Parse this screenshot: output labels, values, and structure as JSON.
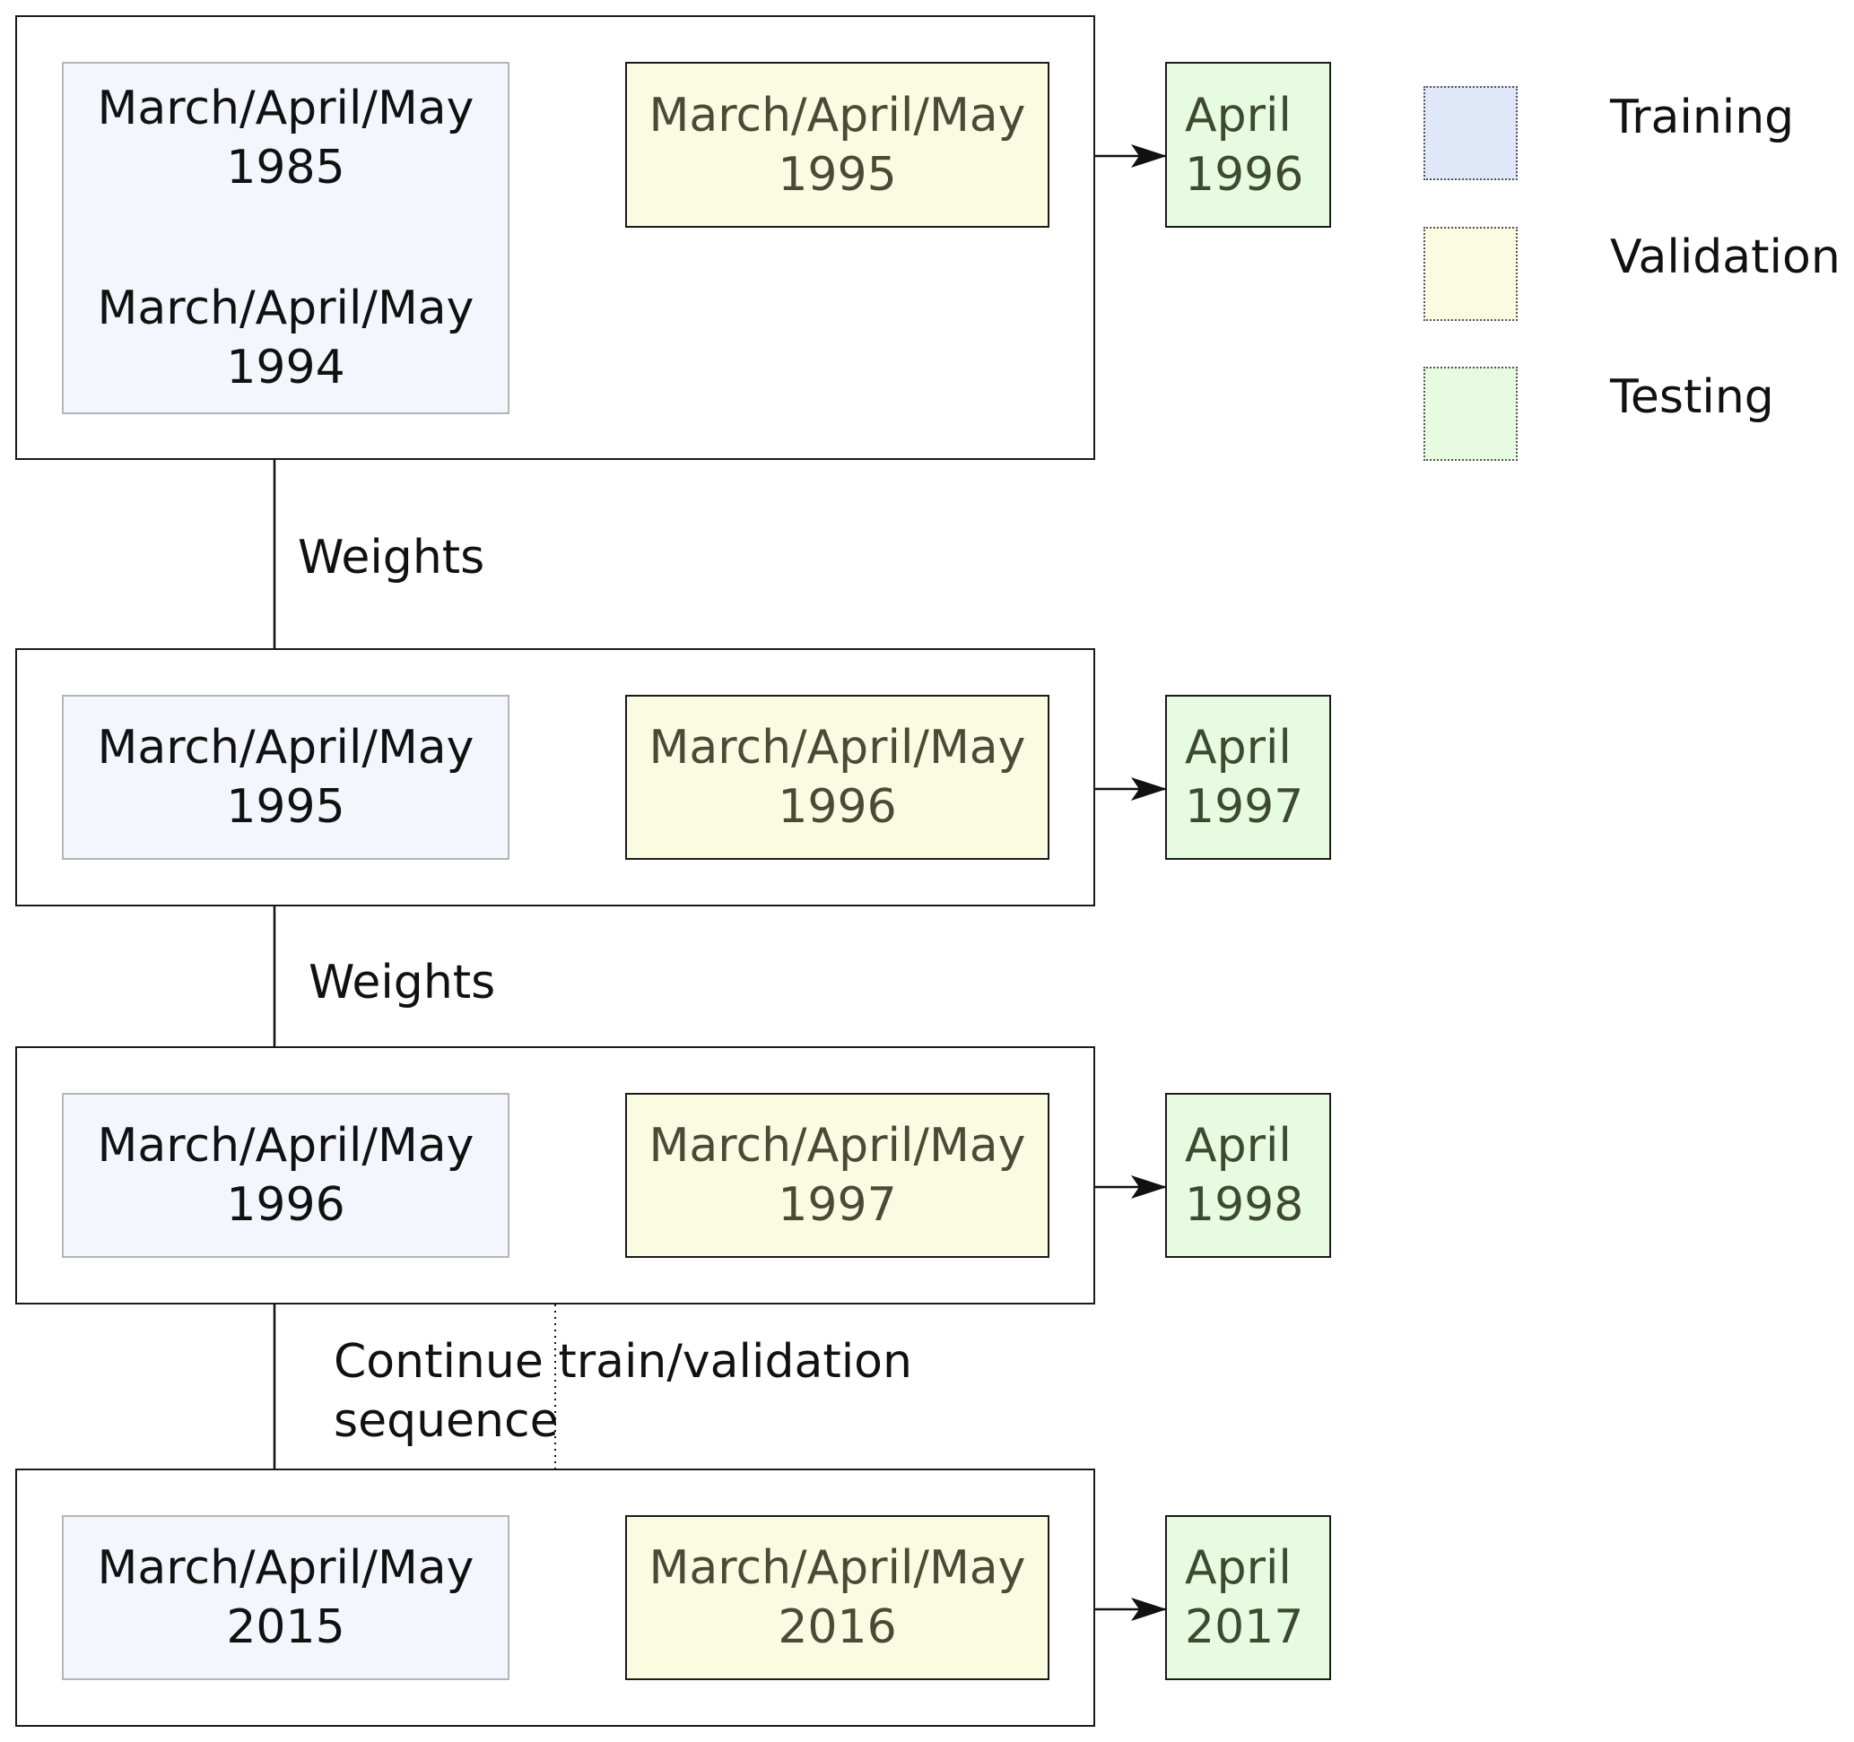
{
  "colors": {
    "training": "#dfe7f8",
    "validation": "#fafbe0",
    "testing": "#e6fbe0"
  },
  "legend": [
    {
      "label": "Training"
    },
    {
      "label": "Validation"
    },
    {
      "label": "Testing"
    }
  ],
  "stages": [
    {
      "training": {
        "line1": "March/April/May",
        "line2": "1985",
        "line3": "March/April/May",
        "line4": "1994"
      },
      "validation": {
        "line1": "March/April/May",
        "line2": "1995"
      },
      "testing": {
        "line1": "April",
        "line2": "1996"
      }
    },
    {
      "training": {
        "line1": "March/April/May",
        "line2": "1995"
      },
      "validation": {
        "line1": "March/April/May",
        "line2": "1996"
      },
      "testing": {
        "line1": "April",
        "line2": "1997"
      }
    },
    {
      "training": {
        "line1": "March/April/May",
        "line2": "1996"
      },
      "validation": {
        "line1": "March/April/May",
        "line2": "1997"
      },
      "testing": {
        "line1": "April",
        "line2": "1998"
      }
    },
    {
      "training": {
        "line1": "March/April/May",
        "line2": "2015"
      },
      "validation": {
        "line1": "March/April/May",
        "line2": "2016"
      },
      "testing": {
        "line1": "April",
        "line2": "2017"
      }
    }
  ],
  "connectors": [
    {
      "label": "Weights"
    },
    {
      "label": "Weights"
    },
    {
      "label_line1": "Continue train/validation",
      "label_line2": "sequence"
    }
  ]
}
